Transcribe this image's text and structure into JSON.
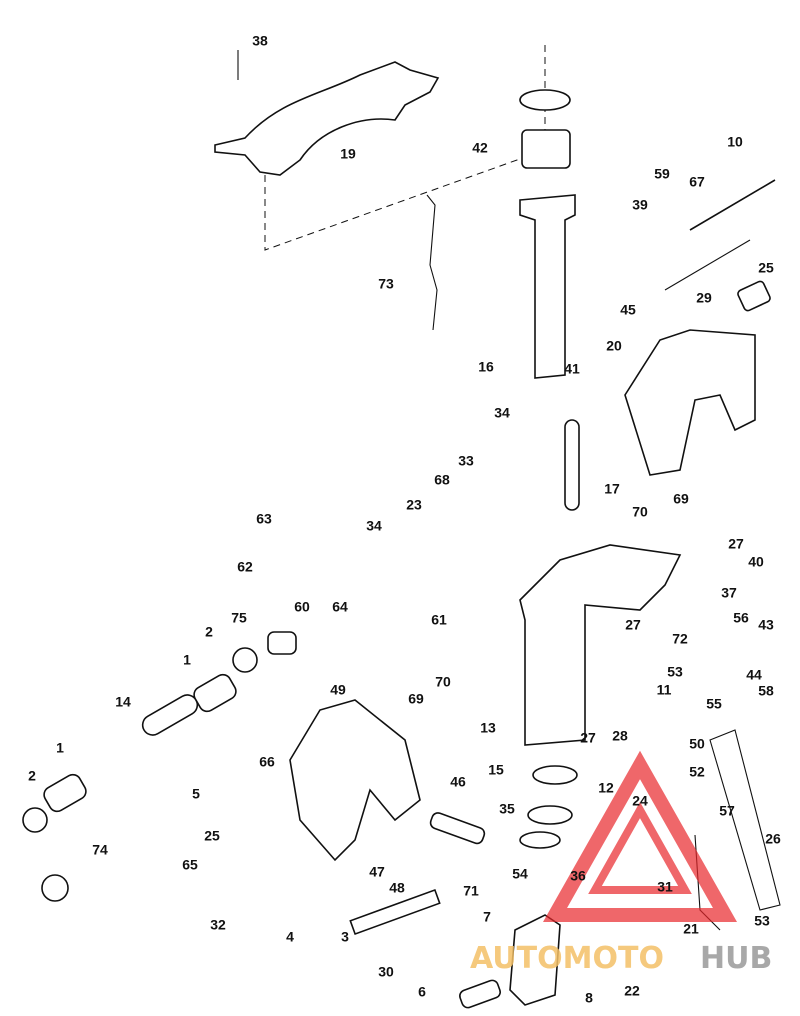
{
  "diagram": {
    "title": "Stern and swivel bracket exploded parts diagram",
    "callouts": [
      "38",
      "19",
      "42",
      "39",
      "59",
      "67",
      "10",
      "73",
      "25",
      "29",
      "45",
      "16",
      "41",
      "20",
      "34",
      "17",
      "69",
      "33",
      "68",
      "23",
      "63",
      "34",
      "70",
      "27",
      "40",
      "37",
      "62",
      "60",
      "64",
      "61",
      "27",
      "72",
      "56",
      "43",
      "75",
      "2",
      "53",
      "44",
      "1",
      "70",
      "49",
      "14",
      "11",
      "58",
      "55",
      "69",
      "13",
      "27",
      "28",
      "50",
      "1",
      "66",
      "52",
      "2",
      "15",
      "46",
      "12",
      "5",
      "35",
      "24",
      "57",
      "25",
      "26",
      "74",
      "65",
      "47",
      "54",
      "36",
      "48",
      "71",
      "31",
      "32",
      "4",
      "3",
      "7",
      "21",
      "53",
      "22",
      "30",
      "6",
      "8"
    ]
  },
  "watermark": {
    "text_part1": "AUTOMOTO",
    "text_part2": "HUB",
    "color": "#e8262b"
  }
}
